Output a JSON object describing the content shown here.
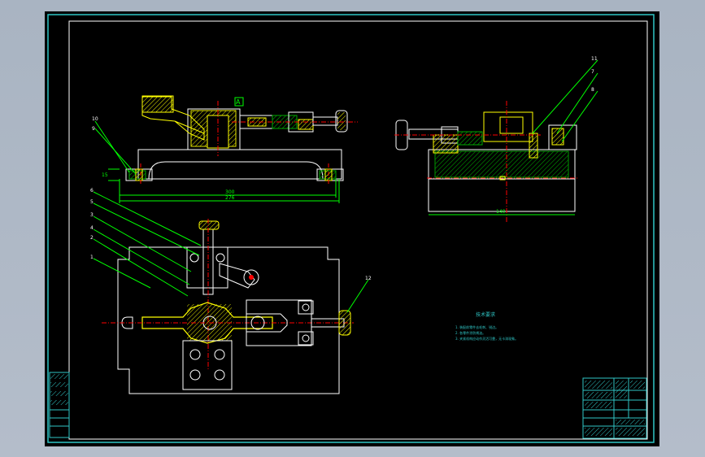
{
  "colors": {
    "background": "#000000",
    "frame": "#2fc6c6",
    "outline": "#ffffff",
    "part": "#ffff00",
    "hatch": "#00aa00",
    "centerline": "#ff0000",
    "leader": "#00ff00",
    "note_text": "#2fc6c6",
    "viewport_border": "#2f3a49"
  },
  "dimensions": {
    "front_width_inner": "300",
    "front_width_outer": "276",
    "side_width": "140",
    "left_height": "15"
  },
  "balloons": {
    "front_left_a": "10",
    "front_left_b": "9",
    "side_a": "11",
    "side_b": "7",
    "side_c": "8",
    "plan_6": "6",
    "plan_5": "5",
    "plan_3": "3",
    "plan_4": "4",
    "plan_2": "2",
    "plan_1": "1",
    "plan_knob": "12"
  },
  "notes": {
    "title": "技术要求",
    "line1": "1. 装配前零件去毛刺、锐边。",
    "line2": "2. 各零件涂防锈油。",
    "line3": "3. 夹紧机构应动作灵活可靠，无卡滞现象。"
  }
}
